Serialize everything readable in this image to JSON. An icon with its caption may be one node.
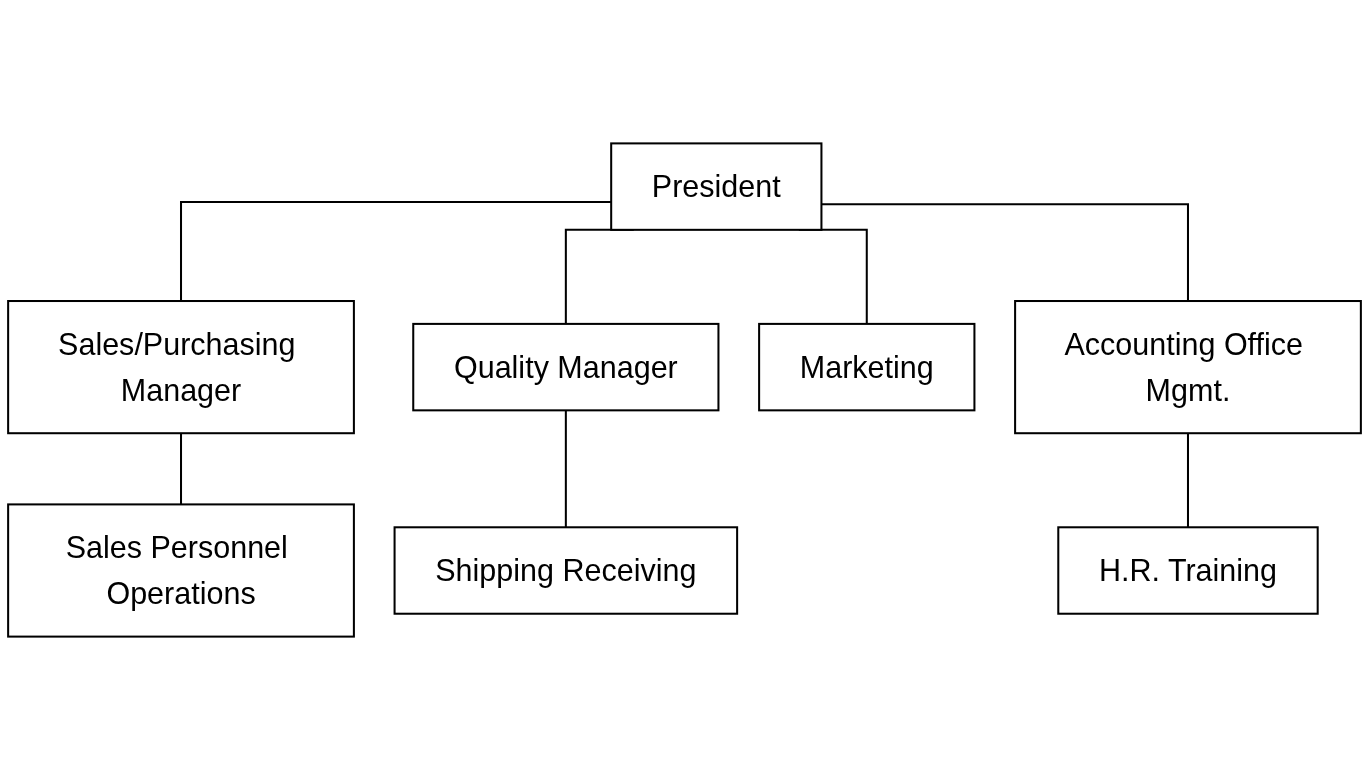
{
  "diagram": {
    "nodes": [
      {
        "text": [
          "President"
        ]
      },
      {
        "text": [
          "Sales/Purchasing Manager"
        ]
      },
      {
        "text": [
          "Quality Manager"
        ]
      },
      {
        "text": [
          "Marketing"
        ]
      },
      {
        "text": [
          "Accounting Office Mgmt."
        ]
      },
      {
        "text": [
          "Sales Personnel Operations"
        ]
      },
      {
        "text": [
          "Shipping Receiving"
        ]
      },
      {
        "text": [
          "H.R. Training"
        ]
      }
    ],
    "edges": [
      {
        "from": 0,
        "to": 1,
        "arrow": "none"
      },
      {
        "from": 0,
        "to": 2,
        "arrow": "none"
      },
      {
        "from": 0,
        "to": 3,
        "arrow": "none"
      },
      {
        "from": 0,
        "to": 4,
        "arrow": "none"
      },
      {
        "from": 1,
        "to": 5,
        "arrow": "none"
      },
      {
        "from": 2,
        "to": 6,
        "arrow": "none"
      },
      {
        "from": 4,
        "to": 7,
        "arrow": "none"
      }
    ]
  }
}
